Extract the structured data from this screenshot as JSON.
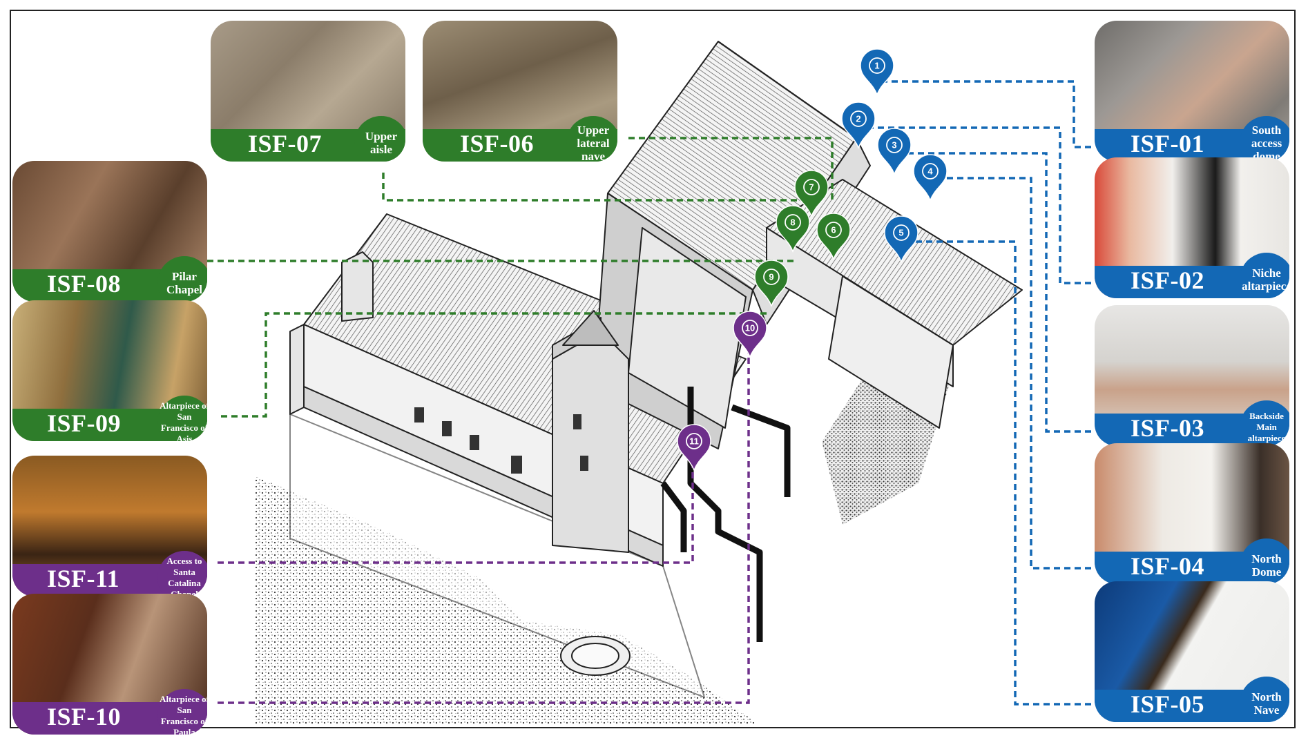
{
  "colors": {
    "green": "#2e7d2a",
    "blue": "#1368b5",
    "purple": "#6d2f8a"
  },
  "cards": [
    {
      "id": "isf-07",
      "code": "ISF-07",
      "label": "Upper aisle",
      "color": "green"
    },
    {
      "id": "isf-06",
      "code": "ISF-06",
      "label": "Upper lateral nave",
      "color": "green"
    },
    {
      "id": "isf-08",
      "code": "ISF-08",
      "label": "Pilar Chapel",
      "color": "green"
    },
    {
      "id": "isf-09",
      "code": "ISF-09",
      "label": "Altarpiece of San Francisco of Asis",
      "color": "green"
    },
    {
      "id": "isf-11",
      "code": "ISF-11",
      "label": "Access to Santa Catalina Chapel",
      "color": "purple"
    },
    {
      "id": "isf-10",
      "code": "ISF-10",
      "label": "Altarpiece of San Francisco of Paula",
      "color": "purple"
    },
    {
      "id": "isf-01",
      "code": "ISF-01",
      "label": "South access dome",
      "color": "blue"
    },
    {
      "id": "isf-02",
      "code": "ISF-02",
      "label": "Niche altarpiece",
      "color": "blue"
    },
    {
      "id": "isf-03",
      "code": "ISF-03",
      "label": "Backside Main altarpiece",
      "color": "blue"
    },
    {
      "id": "isf-04",
      "code": "ISF-04",
      "label": "North Dome",
      "color": "blue"
    },
    {
      "id": "isf-05",
      "code": "ISF-05",
      "label": "North Nave",
      "color": "blue"
    }
  ],
  "pins": [
    {
      "number": "1",
      "color": "blue"
    },
    {
      "number": "2",
      "color": "blue"
    },
    {
      "number": "3",
      "color": "blue"
    },
    {
      "number": "4",
      "color": "blue"
    },
    {
      "number": "5",
      "color": "blue"
    },
    {
      "number": "6",
      "color": "green"
    },
    {
      "number": "7",
      "color": "green"
    },
    {
      "number": "8",
      "color": "green"
    },
    {
      "number": "9",
      "color": "green"
    },
    {
      "number": "10",
      "color": "purple"
    },
    {
      "number": "11",
      "color": "purple"
    }
  ]
}
